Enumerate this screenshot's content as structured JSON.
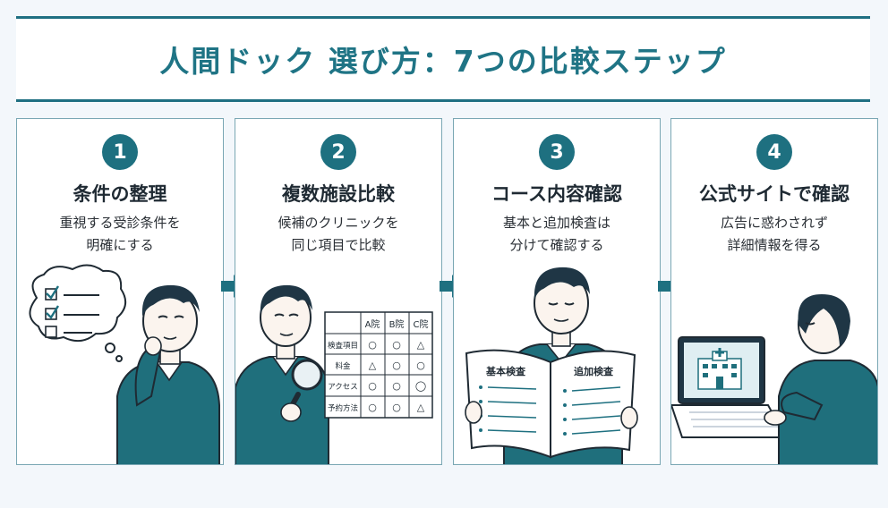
{
  "title": "人間ドック 選び方：7つの比較ステップ",
  "colors": {
    "accent": "#1e7080",
    "sweater": "#1f6f7c",
    "hair": "#1f3645"
  },
  "steps": [
    {
      "number": "1",
      "title": "条件の整理",
      "desc": [
        "重視する受診条件を",
        "明確にする"
      ]
    },
    {
      "number": "2",
      "title": "複数施設比較",
      "desc": [
        "候補のクリニックを",
        "同じ項目で比較"
      ]
    },
    {
      "number": "3",
      "title": "コース内容確認",
      "desc": [
        "基本と追加検査は",
        "分けて確認する"
      ]
    },
    {
      "number": "4",
      "title": "公式サイトで確認",
      "desc": [
        "広告に惑わされず",
        "詳細情報を得る"
      ]
    }
  ],
  "comparison_table": {
    "columns": [
      "A院",
      "B院",
      "C院"
    ],
    "rows": [
      {
        "label": "検査項目",
        "cells": [
          "○",
          "○",
          "△"
        ]
      },
      {
        "label": "料金",
        "cells": [
          "△",
          "○",
          "○"
        ]
      },
      {
        "label": "アクセス",
        "cells": [
          "○",
          "○",
          "◯"
        ]
      },
      {
        "label": "予約方法",
        "cells": [
          "○",
          "○",
          "△"
        ]
      }
    ]
  },
  "booklet": {
    "left_title": "基本検査",
    "right_title": "追加検査"
  }
}
